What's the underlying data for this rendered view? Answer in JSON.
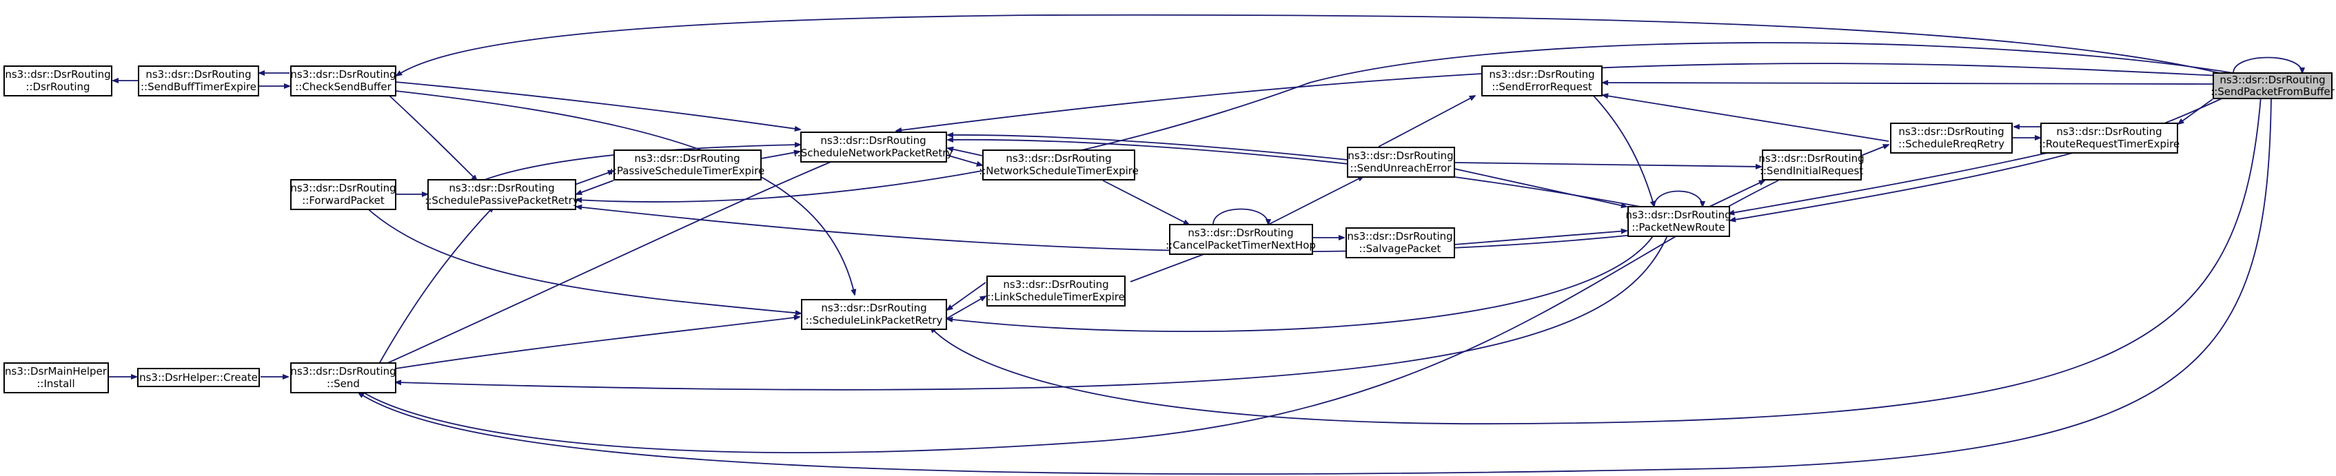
{
  "colors": {
    "edge": "#191970",
    "root_fill": "#bfbfbf",
    "node_fill": "#ffffff",
    "node_stroke": "#000000"
  },
  "nodes": {
    "dsrrouting": {
      "line1": "ns3::dsr::DsrRouting",
      "line2": "::DsrRouting"
    },
    "sendbufftimerexpire": {
      "line1": "ns3::dsr::DsrRouting",
      "line2": "::SendBuffTimerExpire"
    },
    "checksendbuffer": {
      "line1": "ns3::dsr::DsrRouting",
      "line2": "::CheckSendBuffer"
    },
    "forwardpacket": {
      "line1": "ns3::dsr::DsrRouting",
      "line2": "::ForwardPacket"
    },
    "schedulepassivepacketretry": {
      "line1": "ns3::dsr::DsrRouting",
      "line2": "::SchedulePassivePacketRetry"
    },
    "passiveschedultimerexpire": {
      "line1": "ns3::dsr::DsrRouting",
      "line2": "::PassiveScheduleTimerExpire"
    },
    "schedulenetworkpacketretry": {
      "line1": "ns3::dsr::DsrRouting",
      "line2": "::ScheduleNetworkPacketRetry"
    },
    "networkscheduletimerexpire": {
      "line1": "ns3::dsr::DsrRouting",
      "line2": "::NetworkScheduleTimerExpire"
    },
    "cancelpackettimernexthop": {
      "line1": "ns3::dsr::DsrRouting",
      "line2": "::CancelPacketTimerNextHop"
    },
    "salvagepacket": {
      "line1": "ns3::dsr::DsrRouting",
      "line2": "::SalvagePacket"
    },
    "linkscheduletimerexpire": {
      "line1": "ns3::dsr::DsrRouting",
      "line2": "::LinkScheduleTimerExpire"
    },
    "schedulelinkpacketretry": {
      "line1": "ns3::dsr::DsrRouting",
      "line2": "::ScheduleLinkPacketRetry"
    },
    "send": {
      "line1": "ns3::dsr::DsrRouting",
      "line2": "::Send"
    },
    "dsrmainhelperinstall": {
      "line1": "ns3::DsrMainHelper",
      "line2": "::Install"
    },
    "dsrhelpercreate": {
      "line1": "ns3::DsrHelper::Create"
    },
    "senderrorrequest": {
      "line1": "ns3::dsr::DsrRouting",
      "line2": "::SendErrorRequest"
    },
    "sendunreacherror": {
      "line1": "ns3::dsr::DsrRouting",
      "line2": "::SendUnreachError"
    },
    "packetnewroute": {
      "line1": "ns3::dsr::DsrRouting",
      "line2": "::PacketNewRoute"
    },
    "sendinitialrequest": {
      "line1": "ns3::dsr::DsrRouting",
      "line2": "::SendInitialRequest"
    },
    "schedulereqretry": {
      "line1": "ns3::dsr::DsrRouting",
      "line2": "::ScheduleRreqRetry"
    },
    "routerequesttimerexpire": {
      "line1": "ns3::dsr::DsrRouting",
      "line2": "::RouteRequestTimerExpire"
    },
    "sendpacketfrombuffer": {
      "line1": "ns3::dsr::DsrRouting",
      "line2": "::SendPacketFromBuffer"
    }
  }
}
